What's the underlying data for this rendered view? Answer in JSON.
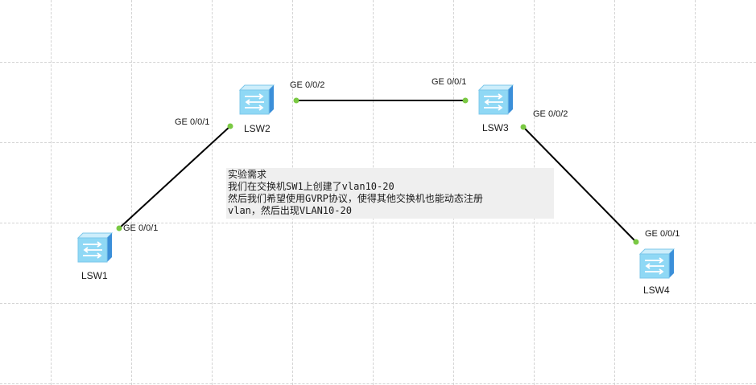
{
  "devices": {
    "lsw1": "LSW1",
    "lsw2": "LSW2",
    "lsw3": "LSW3",
    "lsw4": "LSW4"
  },
  "ports": {
    "lsw1_p1": "GE 0/0/1",
    "lsw2_p1": "GE 0/0/1",
    "lsw2_p2": "GE 0/0/2",
    "lsw3_p1": "GE 0/0/1",
    "lsw3_p2": "GE 0/0/2",
    "lsw4_p1": "GE 0/0/1"
  },
  "note": {
    "lines": [
      "实验需求",
      "我们在交换机SW1上创建了vlan10-20",
      "然后我们希望使用GVRP协议，使得其他交换机也能动态注册",
      "vlan，然后出现VLAN10-20"
    ]
  },
  "colors": {
    "link": "#000000",
    "port_dot": "#7ac943",
    "switch_top": "#cdeefb",
    "switch_front": "#8fd8f5",
    "switch_side": "#3b8fd9",
    "note_bg": "#efefef",
    "grid": "#d4d4d4"
  },
  "icons": {
    "switch": "switch-icon"
  }
}
